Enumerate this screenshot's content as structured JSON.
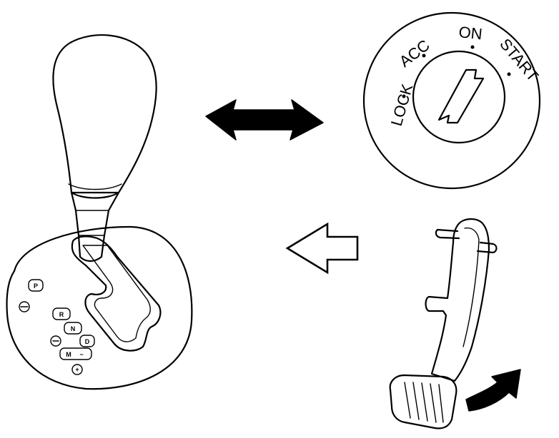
{
  "ignition": {
    "positions": [
      "LOCK",
      "ACC",
      "ON",
      "START"
    ]
  },
  "shifter": {
    "gate_labels": [
      "P",
      "R",
      "N",
      "D",
      "M",
      "−",
      "+"
    ]
  },
  "icons": {
    "double_arrow": "double-headed-arrow-icon",
    "hollow_arrow": "hollow-left-arrow-icon",
    "pedal_arrow": "curved-press-arrow-icon"
  }
}
